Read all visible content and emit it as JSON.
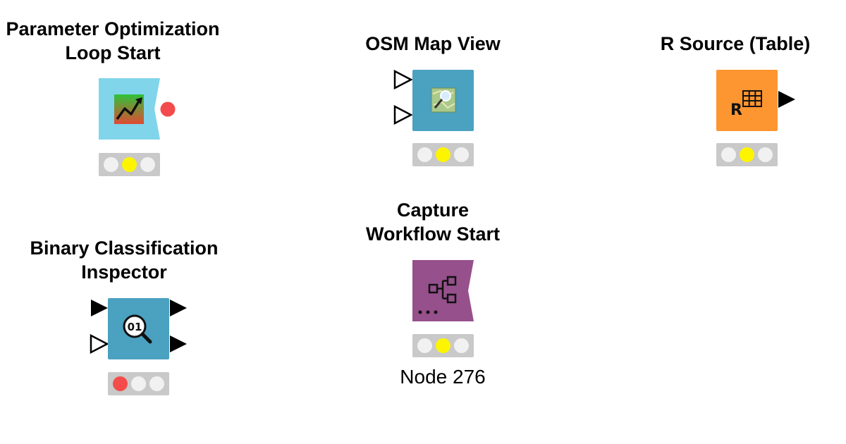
{
  "nodes": [
    {
      "id": "param-opt",
      "title_lines": [
        "Parameter Optimization",
        "Loop Start"
      ],
      "color": "#80d5ea",
      "icon": "trend-chart-icon",
      "status": "yellow",
      "label": ""
    },
    {
      "id": "osm",
      "title_lines": [
        "OSM Map View"
      ],
      "color": "#4aa1c0",
      "icon": "map-view-icon",
      "status": "yellow",
      "label": ""
    },
    {
      "id": "rsource",
      "title_lines": [
        "R Source (Table)"
      ],
      "color": "#fd9530",
      "icon": "r-table-icon",
      "status": "yellow",
      "label": ""
    },
    {
      "id": "binclass",
      "title_lines": [
        "Binary Classification",
        "Inspector"
      ],
      "color": "#4aa1c0",
      "icon": "magnifier-binary-icon",
      "status": "red",
      "label": ""
    },
    {
      "id": "capture",
      "title_lines": [
        "Capture",
        "Workflow Start"
      ],
      "color": "#96508c",
      "icon": "workflow-tree-icon",
      "status": "yellow",
      "label": "Node 276"
    }
  ],
  "colors": {
    "status_red": "#f44b4b",
    "status_yellow": "#fdf500",
    "status_off": "#f1f1f1",
    "traffic_bg": "#c9c9c9",
    "port_flowvar": "#f34b4b"
  }
}
